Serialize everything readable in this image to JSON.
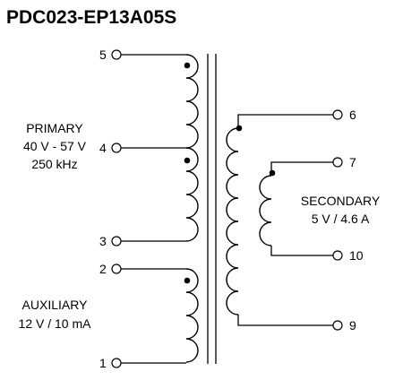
{
  "title": "PDC023-EP13A05S",
  "primary": {
    "name": "PRIMARY",
    "voltage": "40 V - 57 V",
    "frequency": "250 kHz"
  },
  "auxiliary": {
    "name": "AUXILIARY",
    "rating": "12 V / 10 mA"
  },
  "secondary": {
    "name": "SECONDARY",
    "rating": "5 V / 4.6 A"
  },
  "pins": {
    "p5": "5",
    "p4": "4",
    "p3": "3",
    "p2": "2",
    "p1": "1",
    "p6": "6",
    "p7": "7",
    "p10": "10",
    "p9": "9"
  }
}
